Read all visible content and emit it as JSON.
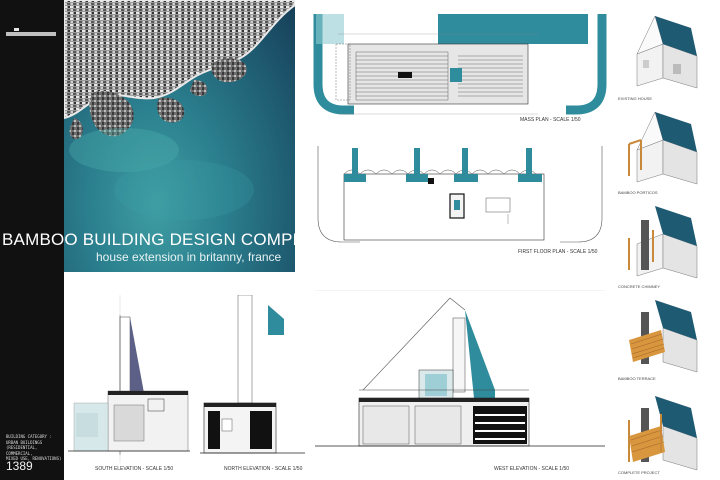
{
  "panel": {
    "title": "BAMBOO BUILDING DESIGN COMPETITION",
    "subtitle": "house  extension in britanny, france",
    "category_lines": [
      "BUILDING CATEGORY :",
      "URBAN BUILDINGS",
      "(RESIDENTIAL, COMMERCIAL,",
      "MIXED USE, RENOVATIONS)"
    ],
    "entry_number": "1389"
  },
  "drawings": {
    "mass_plan": "MASS PLAN - SCALE 1/50",
    "first_floor_plan": "FIRST FLOOR PLAN - SCALE 1/50",
    "south_elevation": "SOUTH ELEVATION - SCALE 1/50",
    "north_elevation": "NORTH ELEVATION - SCALE 1/50",
    "west_elevation": "WEST ELEVATION - SCALE 1/50"
  },
  "perspectives": [
    {
      "label": "EXISTING HOUSE"
    },
    {
      "label": "BAMBOO PORTICOS"
    },
    {
      "label": "CONCRETE CHIMNEY"
    },
    {
      "label": "BAMBOO TERRACE"
    },
    {
      "label": "COMPLETE PROJECT"
    }
  ],
  "colors": {
    "sidebar": "#111111",
    "accent_teal": "#2f8c9c",
    "sea_teal": "#2b7f8e",
    "roof_blue": "#1f5a73",
    "bamboo": "#c8893a"
  }
}
